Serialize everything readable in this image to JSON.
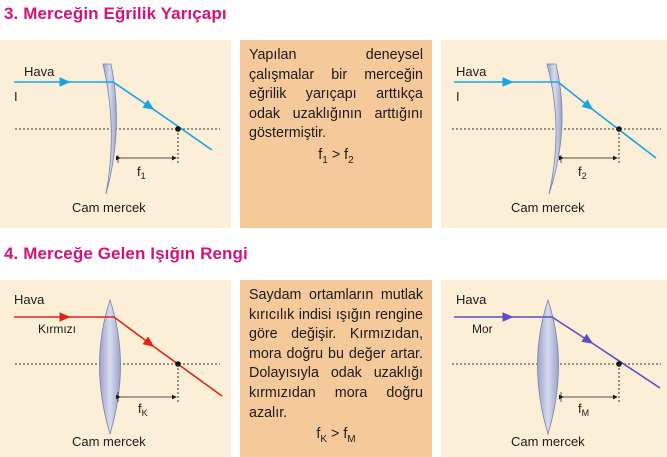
{
  "section3": {
    "title": "3. Merceğin Eğrilik Yarıçapı",
    "left": {
      "medium": "Hava",
      "ray_label": "I",
      "focal_label": "f",
      "focal_sub": "1",
      "lens_caption": "Cam mercek"
    },
    "text": "Yapılan deneysel çalışmalar bir merceğin eğrilik yarıçapı arttıkça odak uzaklığının arttığını göstermiştir.",
    "formula": {
      "a": "f",
      "a_sub": "1",
      "op": " > ",
      "b": "f",
      "b_sub": "2"
    },
    "right": {
      "medium": "Hava",
      "ray_label": "I",
      "focal_label": "f",
      "focal_sub": "2",
      "lens_caption": "Cam mercek"
    }
  },
  "section4": {
    "title": "4. Merceğe Gelen Işığın Rengi",
    "left": {
      "medium": "Hava",
      "ray_label": "Kırmızı",
      "focal_label": "f",
      "focal_sub": "K",
      "lens_caption": "Cam mercek"
    },
    "text": "Saydam ortamların mutlak kırıcılık indisi ışığın rengine göre değişir. Kırmızıdan, mora doğru bu değer artar. Dolayısıyla odak uzaklığı kırmızıdan mora doğru azalır.",
    "formula": {
      "a": "f",
      "a_sub": "K",
      "op": " > ",
      "b": "f",
      "b_sub": "M"
    },
    "right": {
      "medium": "Hava",
      "ray_label": "Mor",
      "focal_label": "f",
      "focal_sub": "M",
      "lens_caption": "Cam mercek"
    }
  },
  "colors": {
    "heading": "#d4127a",
    "panel": "#fbefd8",
    "text_panel": "#f5c99a",
    "blue_ray": "#1aa3e0",
    "red_ray": "#e2231a",
    "violet_ray": "#5b4fc4",
    "lens": "#b9c0dc"
  }
}
